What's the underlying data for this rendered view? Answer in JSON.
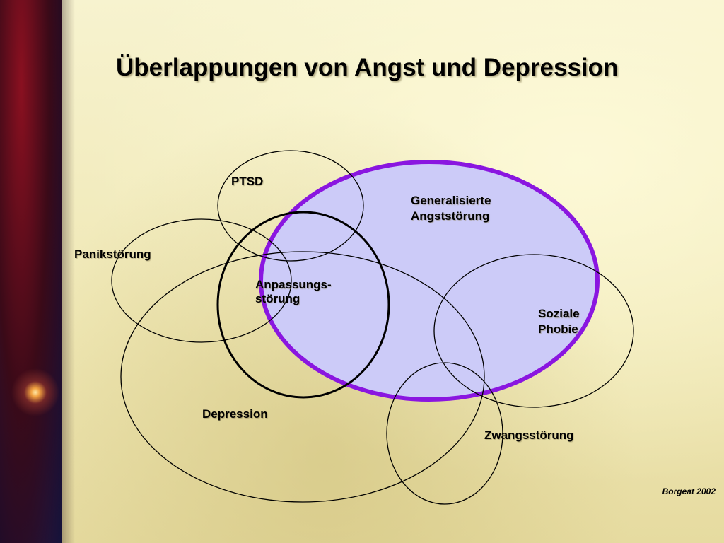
{
  "title": "Überlappungen von Angst und Depression",
  "labels": {
    "ptsd": "PTSD",
    "gad_line1": "Generalisierte",
    "gad_line2": "Angststörung",
    "panic": "Panikstörung",
    "adjustment_line1": "Anpassungs-",
    "adjustment_line2": "störung",
    "social_line1": "Soziale",
    "social_line2": "Phobie",
    "depression": "Depression",
    "ocd": "Zwangsstörung"
  },
  "citation": "Borgeat 2002",
  "colors": {
    "gad_fill": "#cccbf8",
    "gad_stroke": "#8a16e0",
    "outline": "#000000"
  }
}
